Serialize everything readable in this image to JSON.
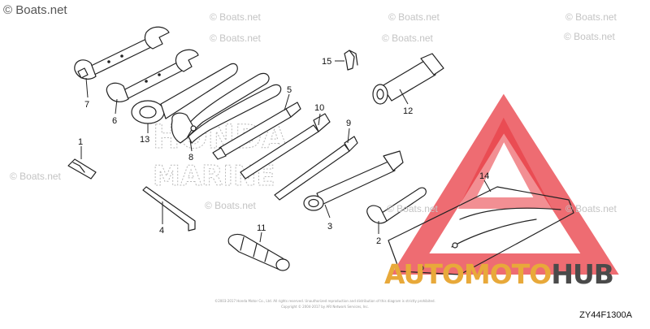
{
  "watermarks": {
    "main": "© Boats.net",
    "repeat": "© Boats.net"
  },
  "callouts": [
    {
      "id": "1",
      "part": "plug"
    },
    {
      "id": "2",
      "part": "small-wrench"
    },
    {
      "id": "3",
      "part": "plug-socket-wrench"
    },
    {
      "id": "4",
      "part": "hex-key"
    },
    {
      "id": "5",
      "part": "screwdriver-shaft-5"
    },
    {
      "id": "6",
      "part": "double-open-wrench-6"
    },
    {
      "id": "7",
      "part": "double-open-wrench-7"
    },
    {
      "id": "8",
      "part": "pliers"
    },
    {
      "id": "9",
      "part": "screwdriver-shaft-9"
    },
    {
      "id": "10",
      "part": "screwdriver-shaft-10"
    },
    {
      "id": "11",
      "part": "screwdriver-grip"
    },
    {
      "id": "12",
      "part": "box-socket-wrench"
    },
    {
      "id": "13",
      "part": "ring-wrench"
    },
    {
      "id": "14",
      "part": "tool-bag"
    },
    {
      "id": "15",
      "part": "clip"
    }
  ],
  "background_logo": {
    "line1": "HONDA",
    "line2": "MARINE"
  },
  "overlay_brand": {
    "part1": "AUTOMOTO",
    "part2": "HUB",
    "color_part1": "#e8a93a",
    "color_part2": "#4a4a4a",
    "triangle_color": "#e8333b"
  },
  "fine_print": {
    "line1": "©2003-2017 Honda Motor Co., Ltd. All rights reserved. Unauthorized reproduction and distribution of this diagram is strictly prohibited.",
    "line2": "Copyright © 2004-2017 by ARI Network Services, Inc."
  },
  "diagram_code": "ZY44F1300A"
}
